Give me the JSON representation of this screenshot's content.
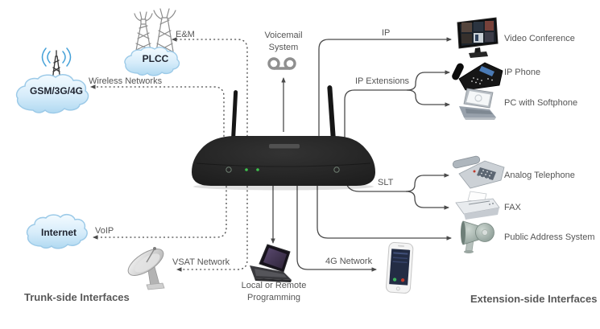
{
  "headings": {
    "left": "Trunk-side Interfaces",
    "right": "Extension-side Interfaces"
  },
  "clouds": {
    "gsm": "GSM/3G/4G",
    "plcc": "PLCC",
    "internet": "Internet"
  },
  "connections": {
    "em": "E&M",
    "wireless": "Wireless Networks",
    "voip": "VoIP",
    "vsat": "VSAT Network",
    "ip": "IP",
    "ip_extensions": "IP Extensions",
    "slt": "SLT",
    "g4": "4G Network"
  },
  "center": {
    "voicemail": "Voicemail System",
    "programming": "Local or Remote Programming"
  },
  "extensions": [
    {
      "label": "Video Conference",
      "icon": "video-conference-monitor-icon"
    },
    {
      "label": "IP Phone",
      "icon": "ip-phone-icon"
    },
    {
      "label": "PC with Softphone",
      "icon": "softphone-laptop-icon"
    },
    {
      "label": "Analog Telephone",
      "icon": "analog-telephone-icon"
    },
    {
      "label": "FAX",
      "icon": "fax-machine-icon"
    },
    {
      "label": "Public Address System",
      "icon": "pa-horn-speaker-icon"
    }
  ],
  "colors": {
    "line": "#4a4a4a",
    "label_text": "#555555",
    "heading_text": "#595959",
    "cloud_fill_top": "#f0f9fe",
    "cloud_fill_bottom": "#b6dcf2",
    "cloud_stroke": "#9ccae8",
    "signal_blue": "#45a1d8",
    "led_green": "#3ec24e",
    "device_black": "#1f1f1f"
  }
}
